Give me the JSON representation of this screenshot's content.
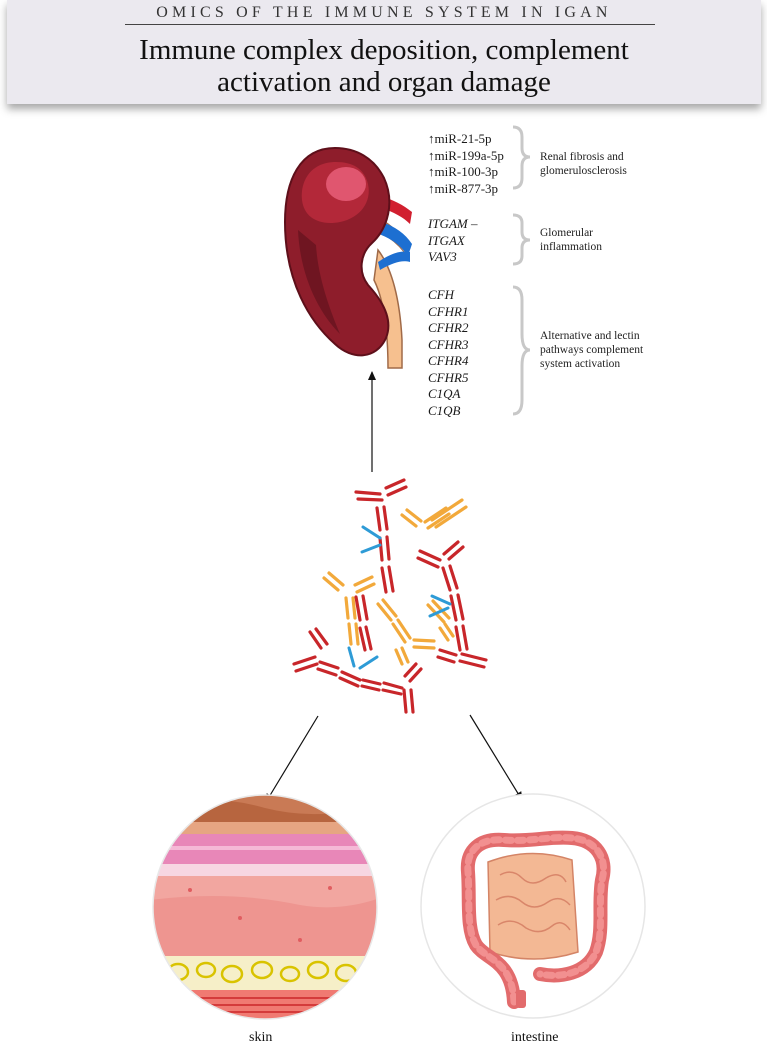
{
  "header": {
    "kicker": "OMICS OF THE IMMUNE SYSTEM IN IGAN",
    "title_line1": "Immune complex deposition, complement",
    "title_line2": "activation and organ damage"
  },
  "groups": [
    {
      "items": [
        "↑miR-21-5p",
        "↑miR-199a-5p",
        "↑miR-100-3p",
        "↑miR-877-3p"
      ],
      "description_lines": [
        "Renal fibrosis and",
        "glomerulosclerosis"
      ]
    },
    {
      "items": [
        "ITGAM –",
        "ITGAX",
        "VAV3"
      ],
      "description_lines": [
        "Glomerular",
        "inflammation"
      ]
    },
    {
      "items": [
        "CFH",
        "CFHR1",
        "CFHR2",
        "CFHR3",
        "CFHR4",
        "CFHR5",
        "C1QA",
        "C1QB"
      ],
      "description_lines": [
        "Alternative and lectin",
        "pathways complement",
        "system activation"
      ]
    }
  ],
  "organs": {
    "skin": "skin",
    "intestine": "intestine",
    "kidney": "kidney"
  },
  "colors": {
    "antibody_red": "#c8262a",
    "antibody_orange": "#f2a93b",
    "antigen_blue": "#2e9bd6",
    "kidney": "#8e1d2b",
    "brace": "#c8c8c8"
  }
}
